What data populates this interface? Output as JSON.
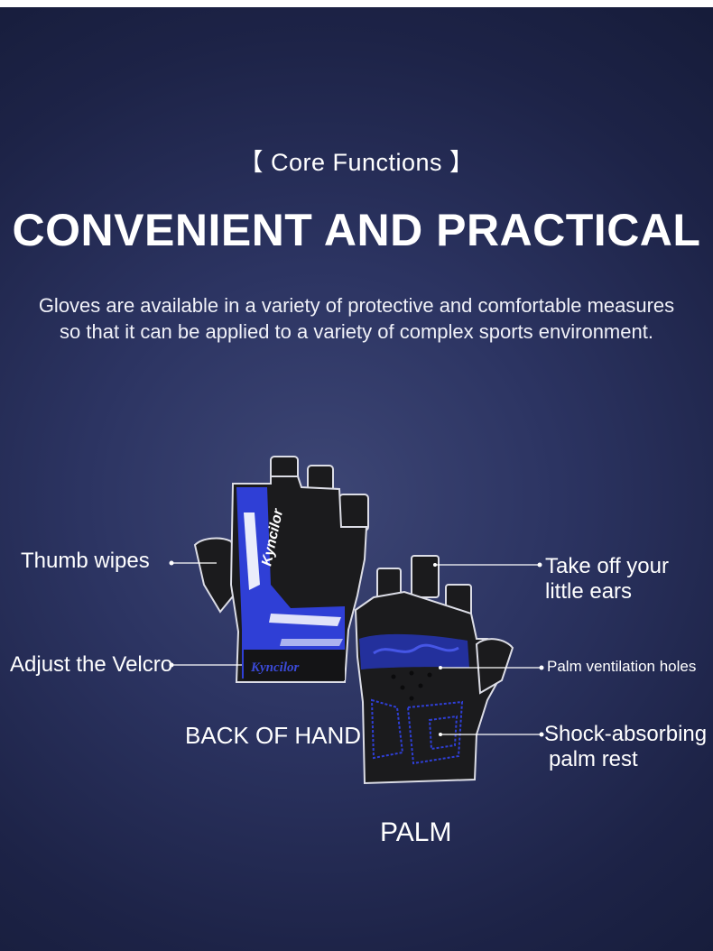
{
  "header": {
    "eyebrow": "【 Core Functions 】",
    "headline": "CONVENIENT AND PRACTICAL",
    "intro": "Gloves are available in a variety of protective and comfortable measures so that it can be applied to a variety of complex sports environment."
  },
  "callouts": {
    "thumb_wipes": "Thumb wipes",
    "adjust_velcro": "Adjust the Velcro",
    "take_off_line1": "Take off your",
    "take_off_line2": "little ears",
    "palm_vent": "Palm ventilation holes",
    "shock_line1": "Shock-absorbing",
    "shock_line2": "palm rest"
  },
  "captions": {
    "back_of_hand": "BACK OF HAND",
    "palm": "PALM"
  },
  "product": {
    "brand": "Kyncilor",
    "accent_color": "#2f3fd6",
    "glove_color": "#1a1a1c"
  }
}
